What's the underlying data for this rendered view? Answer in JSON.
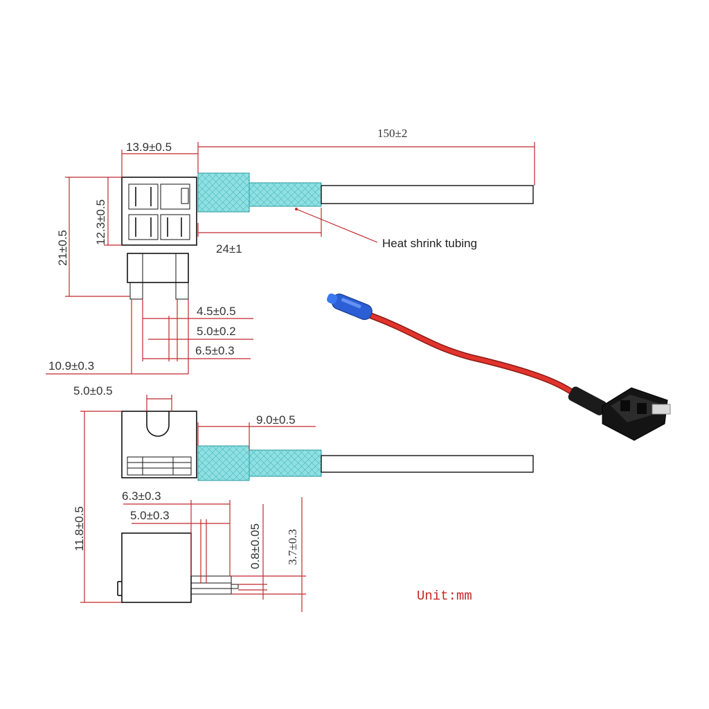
{
  "dimensions": {
    "overall_length": "150±2",
    "top_width": "13.9±0.5",
    "height_total": "21±0.5",
    "body_height": "12.3±0.5",
    "tubing_length": "24±1",
    "blade_45": "4.5±0.5",
    "blade_50": "5.0±0.2",
    "blade_65": "6.5±0.3",
    "width_109": "10.9±0.3",
    "slot_50": "5.0±0.5",
    "tube_90": "9.0±0.5",
    "side_height": "11.8±0.5",
    "side_63": "6.3±0.3",
    "side_50": "5.0±0.3",
    "thick_08": "0.8±0.05",
    "thick_37": "3.7±0.3"
  },
  "callout": "Heat shrink tubing",
  "unit_label": "Unit:mm",
  "colors": {
    "dimension_line": "#c0282d",
    "tubing_fill": "#7fd8dc",
    "wire_red": "#e0342c",
    "unit_text": "#c62828"
  }
}
